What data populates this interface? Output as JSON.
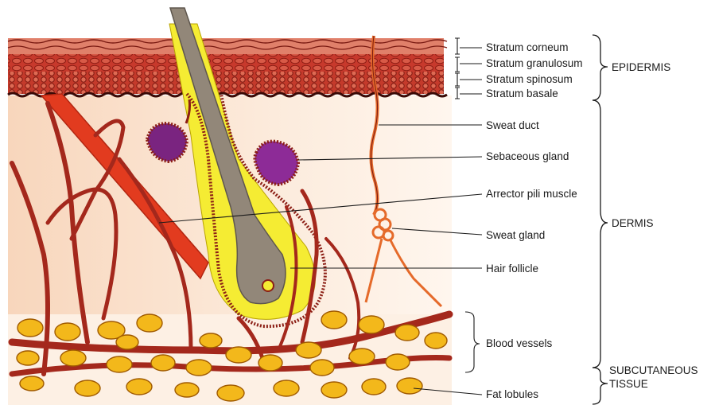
{
  "labels": {
    "stratum_corneum": "Stratum corneum",
    "stratum_granulosum": "Stratum granulosum",
    "stratum_spinosum": "Stratum spinosum",
    "stratum_basale": "Stratum basale",
    "sweat_duct": "Sweat duct",
    "sebaceous_gland": "Sebaceous gland",
    "arrector_pili_muscle": "Arrector pili muscle",
    "sweat_gland": "Sweat gland",
    "hair_follicle": "Hair follicle",
    "blood_vessels": "Blood vessels",
    "fat_lobules": "Fat lobules"
  },
  "groups": {
    "epidermis": "EPIDERMIS",
    "dermis": "DERMIS",
    "subcutaneous_line1": "SUBCUTANEOUS",
    "subcutaneous_line2": "TISSUE"
  },
  "colors": {
    "epidermis": "#c0392b",
    "dermis_background": "#fbe3cf",
    "hair_follicle": "#f7ee3c",
    "hair_shaft": "#8a8077",
    "sebaceous_gland": "#7b2a86",
    "blood_vessel": "#a4281c",
    "arrector_pili": "#e53b22",
    "fat": "#f2b51a"
  }
}
